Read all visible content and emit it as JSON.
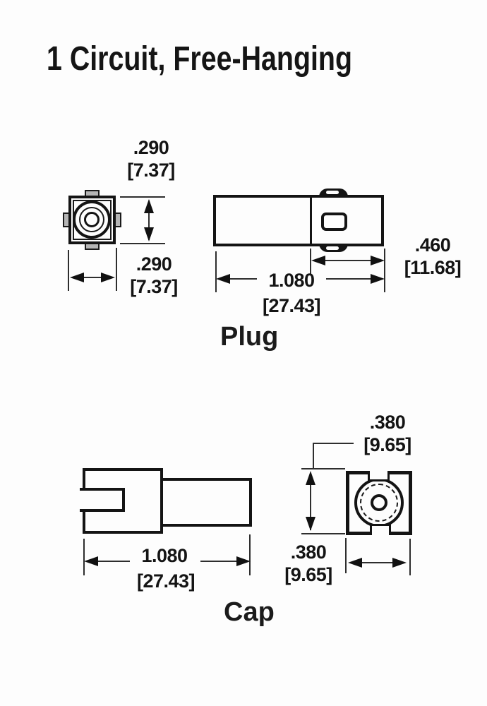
{
  "title": "1 Circuit, Free-Hanging",
  "plug": {
    "label": "Plug",
    "dims": {
      "height_in": ".290",
      "height_mm": "[7.37]",
      "width_in": ".290",
      "width_mm": "[7.37]",
      "length_in": "1.080",
      "length_mm": "[27.43]",
      "mating_in": ".460",
      "mating_mm": "[11.68]"
    }
  },
  "cap": {
    "label": "Cap",
    "dims": {
      "length_in": "1.080",
      "length_mm": "[27.43]",
      "height_in": ".380",
      "height_mm": "[9.65]",
      "width_in": ".380",
      "width_mm": "[9.65]"
    }
  }
}
